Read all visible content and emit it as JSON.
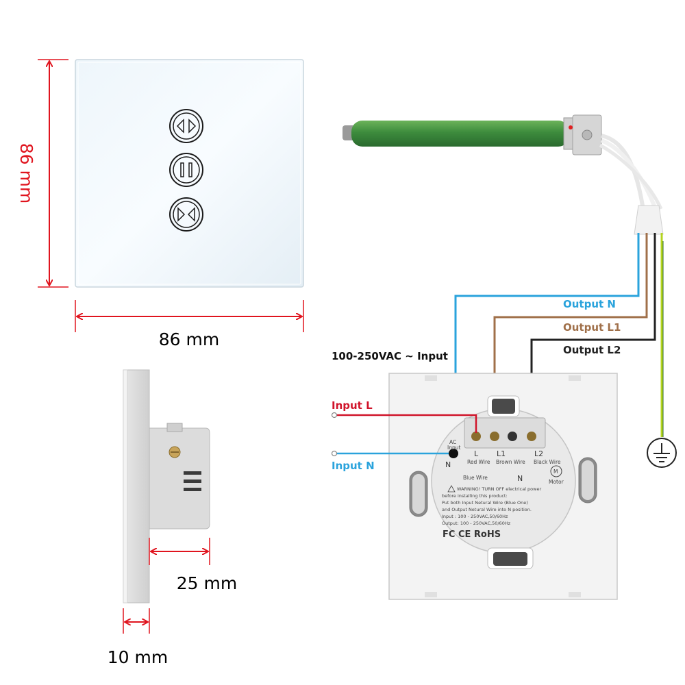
{
  "dimensions": {
    "height": "86 mm",
    "width": "86 mm",
    "depth": "25 mm",
    "panel": "10 mm"
  },
  "wiring": {
    "supply_title": "100-250VAC ~ Input",
    "input_l": "Input L",
    "input_n": "Input N",
    "output_n": "Output N",
    "output_l1": "Output L1",
    "output_l2": "Output L2"
  },
  "back_label": {
    "ac_input_1": "AC",
    "ac_input_2": "Input",
    "n_left": "N",
    "term_l": "L",
    "term_l1": "L1",
    "term_l2": "L2",
    "red_wire": "Red Wire",
    "brown_wire": "Brown Wire",
    "black_wire": "Black Wire",
    "blue_wire": "Blue Wire",
    "n_center": "N",
    "motor_symbol": "M",
    "motor": "Motor",
    "warn1": "WARNING! TURN OFF electrical power",
    "warn2": "before installing this product:",
    "warn3": "Put both Input Netural Wire (Blue One)",
    "warn4": "and Output Netural Wire into N position.",
    "warn5": "Input : 100 - 250VAC,50/60Hz",
    "warn6": "Output: 100 - 250VAC,50/60Hz",
    "certs": "FC CE RoHS"
  },
  "colors": {
    "dimension_red": "#e0141e",
    "wire_blue": "#2aa3dc",
    "wire_brown": "#a0704a",
    "wire_black": "#222222",
    "wire_red": "#d0142a",
    "wire_ground": "#b4d41e",
    "motor_tube": "#3d8c3d"
  },
  "icons": [
    "double-arrow-open-icon",
    "pause-icon",
    "double-arrow-close-icon",
    "ground-symbol-icon",
    "motor-symbol-icon",
    "warning-triangle-icon"
  ]
}
